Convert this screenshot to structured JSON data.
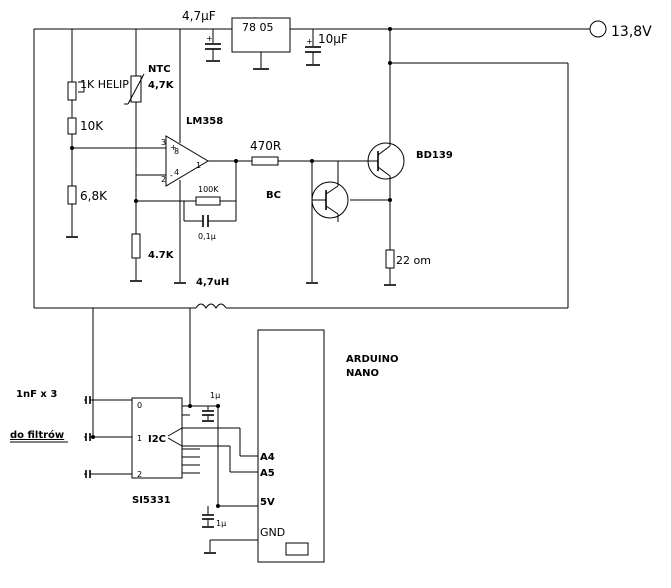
{
  "labels": {
    "cap_47u": "4,7µF",
    "reg_num": "78  05",
    "cap_10u": "10µF",
    "vin": "13,8V",
    "ntc": "NTC",
    "ntc_val": "4,7K",
    "pot": "1K HELIP",
    "r10k": "10K",
    "r68k": "6,8K",
    "lm358": "LM358",
    "r470": "470R",
    "bd139": "BD139",
    "bc": "BC",
    "r100k": "100K",
    "c01": "0,1µ",
    "r47k": "4.7K",
    "r22": "22 om",
    "ind": "4,7uH",
    "arduino1": "ARDUINO",
    "arduino2": "NANO",
    "caps_note": "1nF x 3",
    "filters": "do filtrów",
    "i2c": "I2C",
    "cap1u_top": "1µ",
    "cap1u_bot": "1µ",
    "a4": "A4",
    "a5": "A5",
    "v5": "5V",
    "gnd": "GND",
    "si": "SI5331",
    "pin0": "0",
    "pin1": "1",
    "pin2": "2",
    "op_8": "8",
    "op_3": "3",
    "op_2": "2",
    "op_1": "1",
    "op_4": "4"
  }
}
